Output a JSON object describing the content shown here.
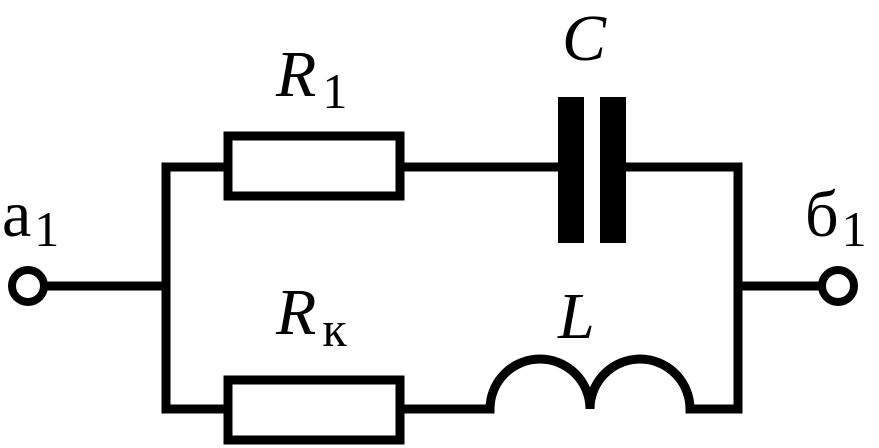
{
  "diagram": {
    "resistor_top": {
      "symbol": "R",
      "subscript": "1"
    },
    "capacitor": {
      "symbol": "C"
    },
    "resistor_bottom": {
      "symbol": "R",
      "subscript": "к"
    },
    "inductor": {
      "symbol": "L"
    },
    "terminal_left": {
      "symbol": "а",
      "subscript": "1"
    },
    "terminal_right": {
      "symbol": "б",
      "subscript": "1"
    }
  }
}
